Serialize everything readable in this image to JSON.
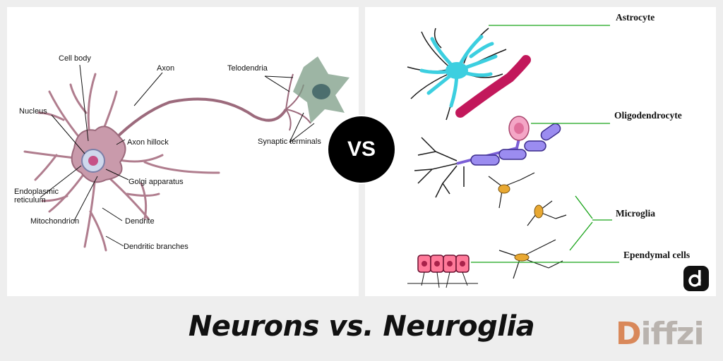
{
  "left_labels": {
    "cell_body": "Cell body",
    "axon": "Axon",
    "telodendria": "Telodendria",
    "nucleus": "Nucleus",
    "axon_hillock": "Axon hillock",
    "synaptic_terminals": "Synaptic terminals",
    "golgi": "Golgi apparatus",
    "er_line1": "Endoplasmic",
    "er_line2": "reticulum",
    "mitochondrion": "Mitochondrion",
    "dendrite": "Dendrite",
    "dendritic_branches": "Dendritic branches"
  },
  "right_labels": {
    "astrocyte": "Astrocyte",
    "oligodendrocyte": "Oligodendrocyte",
    "microglia": "Microglia",
    "ependymal": "Ependymal cells"
  },
  "vs": "VS",
  "title": "Neurons vs. Neuroglia",
  "brand": {
    "first": "D",
    "rest": "iffzi"
  },
  "colors": {
    "leader_green": "#17a317",
    "neuron": "#a86a7e",
    "astro": "#3ccfe0",
    "vessel": "#c2185b",
    "oligo": "#7b5fd6",
    "micro": "#e8a832",
    "epend": "#ff7a9a"
  }
}
